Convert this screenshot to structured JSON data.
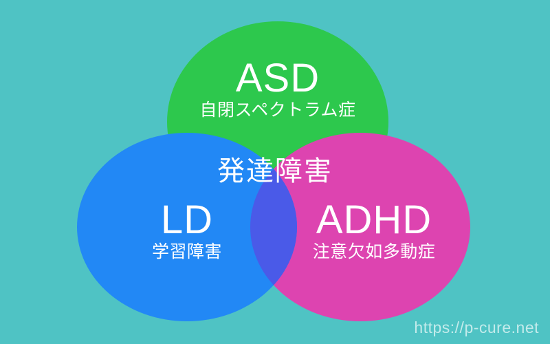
{
  "diagram": {
    "type": "venn",
    "title": "発達障害",
    "background_color": "#4FC3C4",
    "center_label": "発達障害",
    "sets": [
      {
        "id": "asd",
        "abbr": "ASD",
        "japanese": "自閉スペクトラム症",
        "color": "#2DC84D",
        "position": "top"
      },
      {
        "id": "ld",
        "abbr": "LD",
        "japanese": "学習障害",
        "color": "#2288F5",
        "position": "bottom-left"
      },
      {
        "id": "adhd",
        "abbr": "ADHD",
        "japanese": "注意欠如多動症",
        "color": "#DD44B0",
        "position": "bottom-right"
      }
    ],
    "overlap_colors": {
      "ld_adhd": "#4A5AE8",
      "asd_ld": "#2288F5",
      "asd_adhd": "#DD44B0"
    }
  },
  "watermark": {
    "url": "https://p-cure.net",
    "color": "#FFFFFF"
  }
}
